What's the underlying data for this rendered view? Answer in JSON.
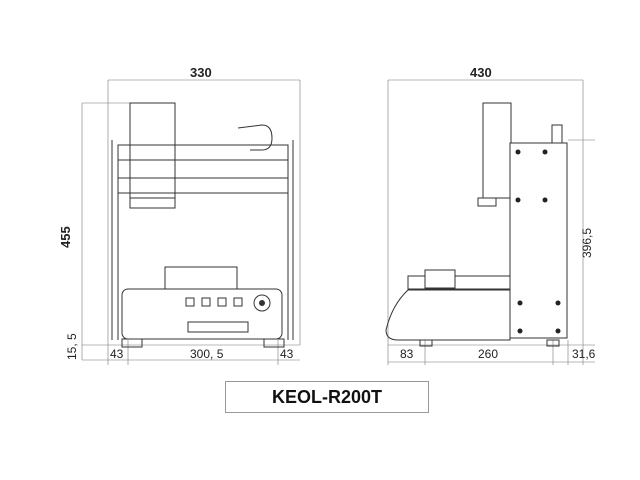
{
  "front_view": {
    "width_label": "330",
    "height_label": "455",
    "foot_height_label": "15, 5",
    "left_offset_label": "43",
    "span_label": "300, 5",
    "right_offset_label": "43"
  },
  "side_view": {
    "width_label": "430",
    "height_label": "396,5",
    "front_offset_label": "83",
    "span_label": "260",
    "rear_offset_label": "31,6"
  },
  "model": {
    "name": "KEOL-R200T"
  }
}
